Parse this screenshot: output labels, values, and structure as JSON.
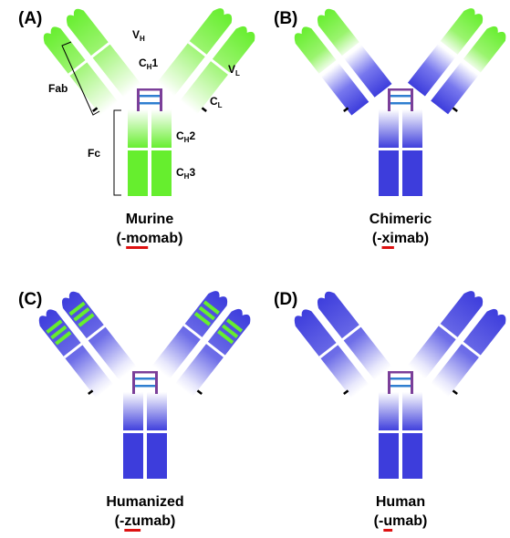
{
  "colors": {
    "murine": "#66ee2e",
    "human": "#3d3ddc",
    "light": "#ffffff",
    "hinge": "#7b3f99",
    "disulfide": "#2f7fd0",
    "underline": "#dd1111"
  },
  "panels": [
    {
      "id": "A",
      "label": "(A)",
      "name": "Murine",
      "suffix_open": "(-",
      "suffix_stem": "mo",
      "suffix_close": "mab)",
      "type": "murine"
    },
    {
      "id": "B",
      "label": "(B)",
      "name": "Chimeric",
      "suffix_open": "(-",
      "suffix_stem": "xi",
      "suffix_close": "mab)",
      "type": "chimeric"
    },
    {
      "id": "C",
      "label": "(C)",
      "name": "Humanized",
      "suffix_open": "(-",
      "suffix_stem": "zu",
      "suffix_close": "mab)",
      "type": "humanized"
    },
    {
      "id": "D",
      "label": "(D)",
      "name": "Human",
      "suffix_open": "(-",
      "suffix_stem": "u",
      "suffix_close": "mab)",
      "type": "human"
    }
  ],
  "annotations": {
    "vh": "V",
    "vh_sub": "H",
    "vl": "V",
    "vl_sub": "L",
    "ch1": "C",
    "ch1_sub": "H",
    "ch1_num": "1",
    "cl": "C",
    "cl_sub": "L",
    "ch2": "C",
    "ch2_sub": "H",
    "ch2_num": "2",
    "ch3": "C",
    "ch3_sub": "H",
    "ch3_num": "3",
    "fab": "Fab",
    "fc": "Fc"
  }
}
